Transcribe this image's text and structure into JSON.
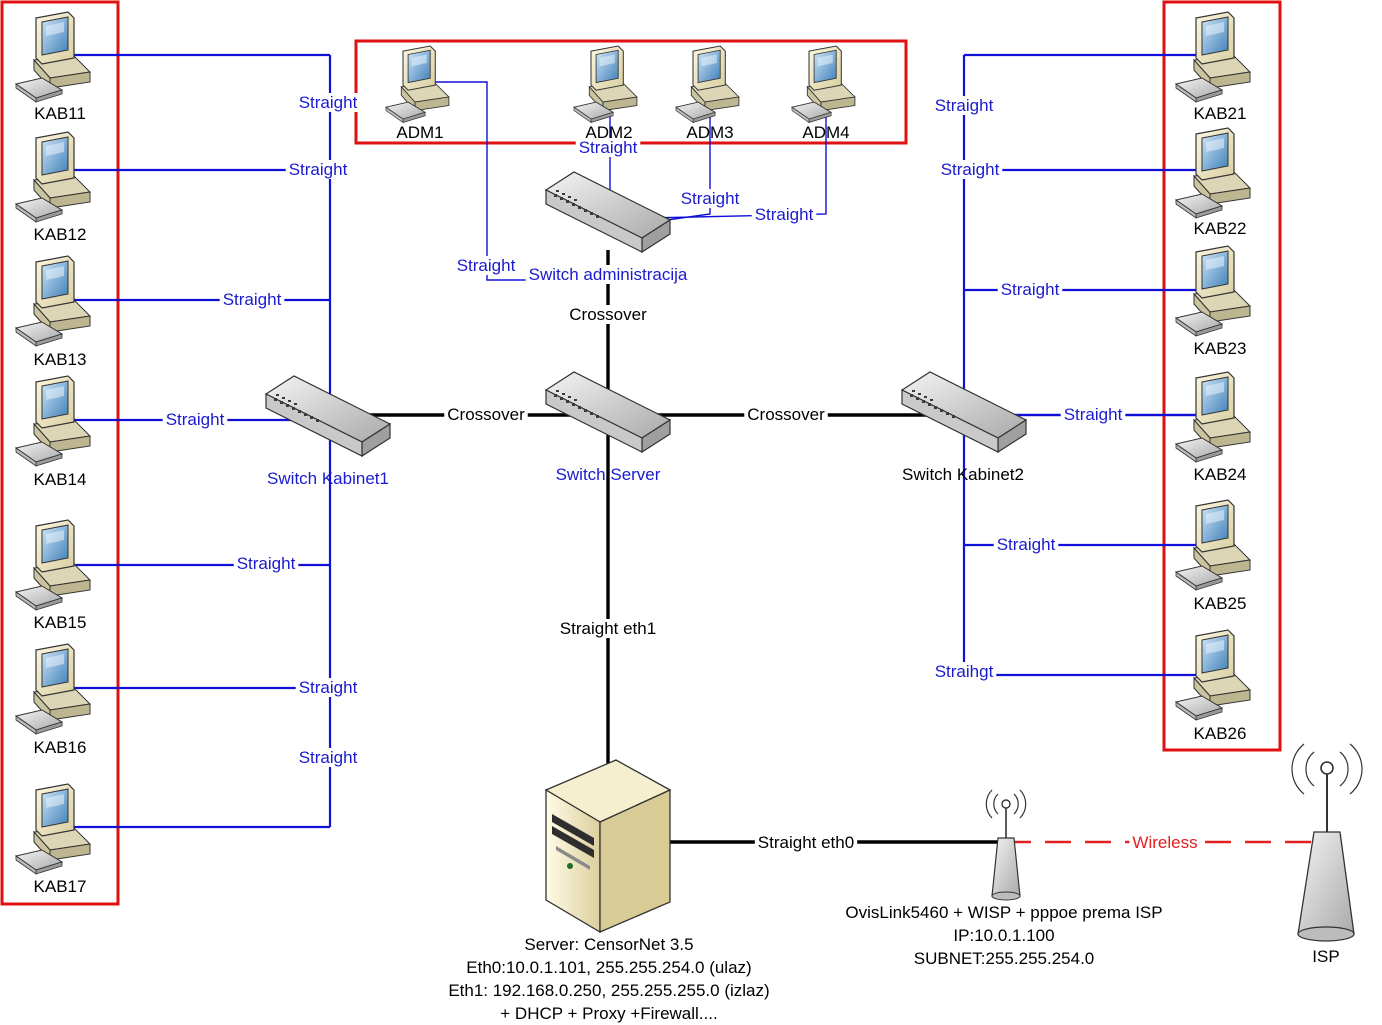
{
  "workstations_left": [
    {
      "id": "KAB11",
      "link": "Straight"
    },
    {
      "id": "KAB12",
      "link": "Straight"
    },
    {
      "id": "KAB13",
      "link": "Straight"
    },
    {
      "id": "KAB14",
      "link": "Straight"
    },
    {
      "id": "KAB15",
      "link": "Straight"
    },
    {
      "id": "KAB16",
      "link": "Straight"
    },
    {
      "id": "KAB17",
      "link": "Straight"
    }
  ],
  "workstations_admin": [
    {
      "id": "ADM1",
      "link": "Straight"
    },
    {
      "id": "ADM2",
      "link": "Straight"
    },
    {
      "id": "ADM3",
      "link": "Straight"
    },
    {
      "id": "ADM4",
      "link": "Straight"
    }
  ],
  "workstations_right": [
    {
      "id": "KAB21",
      "link": "Straight"
    },
    {
      "id": "KAB22",
      "link": "Straight"
    },
    {
      "id": "KAB23",
      "link": "Straight"
    },
    {
      "id": "KAB24",
      "link": "Straight"
    },
    {
      "id": "KAB25",
      "link": "Straight"
    },
    {
      "id": "KAB26",
      "link": "Straihgt"
    }
  ],
  "switches": {
    "kabinet1": "Switch Kabinet1",
    "server": "Switch Server",
    "administracija": "Switch administracija",
    "kabinet2": "Switch Kabinet2"
  },
  "uplinks": {
    "kabinet1_to_server": "Crossover",
    "server_to_kabinet2": "Crossover",
    "admin_to_server": "Crossover",
    "server_to_eth1": "Straight eth1",
    "server_eth0_to_router": "Straight eth0",
    "router_to_isp": "Wireless"
  },
  "server": {
    "lines": [
      "Server: CensorNet 3.5",
      "Eth0:10.0.1.101, 255.255.254.0 (ulaz)",
      "Eth1: 192.168.0.250, 255.255.255.0 (izlaz)",
      "+ DHCP + Proxy +Firewall...."
    ]
  },
  "router": {
    "lines": [
      "OvisLink5460 + WISP + pppoe prema ISP",
      "IP:10.0.1.100",
      "SUBNET:255.255.254.0"
    ]
  },
  "isp": {
    "label": "ISP"
  },
  "colors": {
    "group_frame": "#e01010",
    "straight_cable": "#1010d8",
    "crossover_cable": "#000000",
    "wireless_link": "#e02020"
  }
}
